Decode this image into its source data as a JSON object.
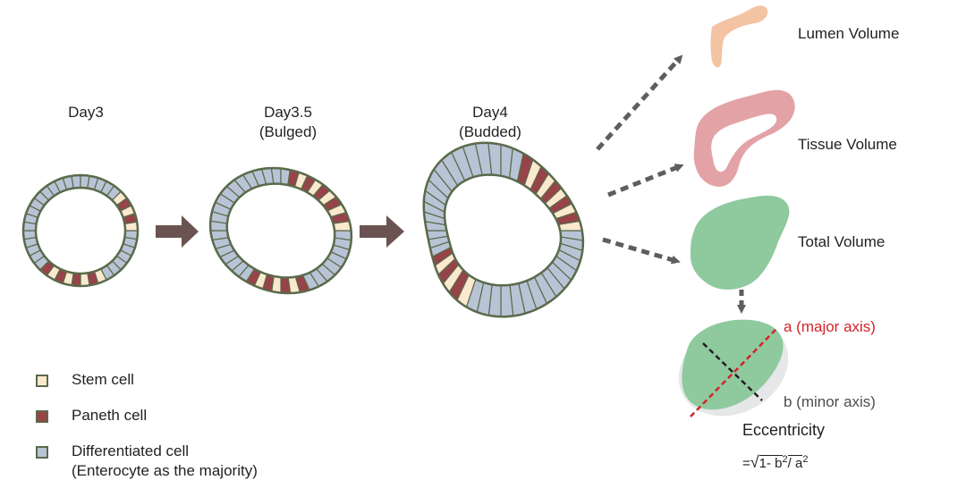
{
  "stages": [
    {
      "title": "Day3",
      "subtitle": ""
    },
    {
      "title": "Day3.5",
      "subtitle": "(Bulged)"
    },
    {
      "title": "Day4",
      "subtitle": "(Budded)"
    }
  ],
  "measures": {
    "lumen": "Lumen Volume",
    "tissue": "Tissue Volume",
    "total": "Total  Volume"
  },
  "eccentricity": {
    "major_axis": "a (major axis)",
    "minor_axis": "b (minor axis)",
    "label": "Eccentricity",
    "formula_prefix": "=",
    "formula_body": "1- b",
    "formula_exp1": "2",
    "formula_mid": "/ a",
    "formula_exp2": "2"
  },
  "legend": [
    {
      "label": "Stem cell",
      "label2": "",
      "color": "#fbe9cf"
    },
    {
      "label": "Paneth cell",
      "label2": "",
      "color": "#984349"
    },
    {
      "label": "Differentiated cell",
      "label2": "(Enterocyte as the majority)",
      "color": "#b9c3d6"
    }
  ],
  "colors": {
    "outline": "#5a6a4a",
    "differentiated": "#b9c3d6",
    "stem": "#fbe9cf",
    "paneth": "#984349",
    "arrow": "#6a5350",
    "dotted_arrow": "#5e5e60",
    "lumen_shape": "#f4c3a4",
    "tissue_shape": "#e3a3a6",
    "total_shape": "#8fc99e",
    "ellipse_bg": "#e6e7e8",
    "major_axis": "#d2232a",
    "minor_axis": "#231f20"
  }
}
